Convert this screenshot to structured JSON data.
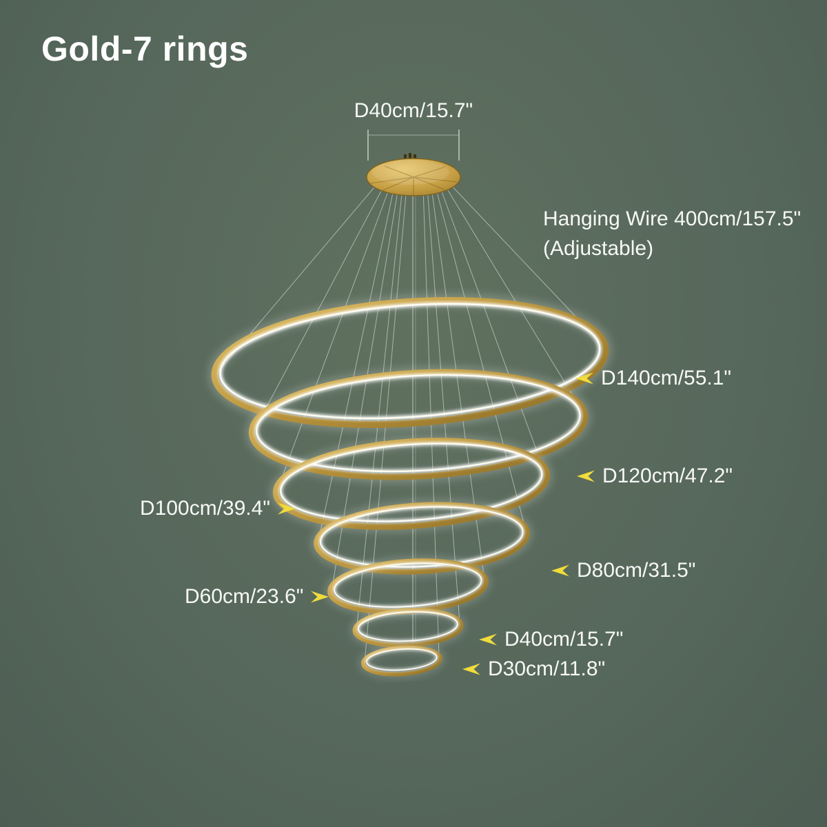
{
  "title": "Gold-7 rings",
  "canopy": {
    "label": "D40cm/15.7\""
  },
  "hanging_wire": {
    "line1": "Hanging Wire 400cm/157.5\"",
    "line2": "(Adjustable)"
  },
  "rings": [
    {
      "name": "D140",
      "label": "D140cm/55.1\"",
      "side": "right"
    },
    {
      "name": "D120",
      "label": "D120cm/47.2\"",
      "side": "right"
    },
    {
      "name": "D100",
      "label": "D100cm/39.4\"",
      "side": "left"
    },
    {
      "name": "D80",
      "label": "D80cm/31.5\"",
      "side": "right"
    },
    {
      "name": "D60",
      "label": "D60cm/23.6\"",
      "side": "left"
    },
    {
      "name": "D40",
      "label": "D40cm/15.7\"",
      "side": "right"
    },
    {
      "name": "D30",
      "label": "D30cm/11.8\"",
      "side": "right"
    }
  ],
  "colors": {
    "background": "#57685c",
    "text": "#ffffff",
    "gold": "#bd9840",
    "glow": "#ffffff",
    "arrow": "#f0dc3c"
  }
}
